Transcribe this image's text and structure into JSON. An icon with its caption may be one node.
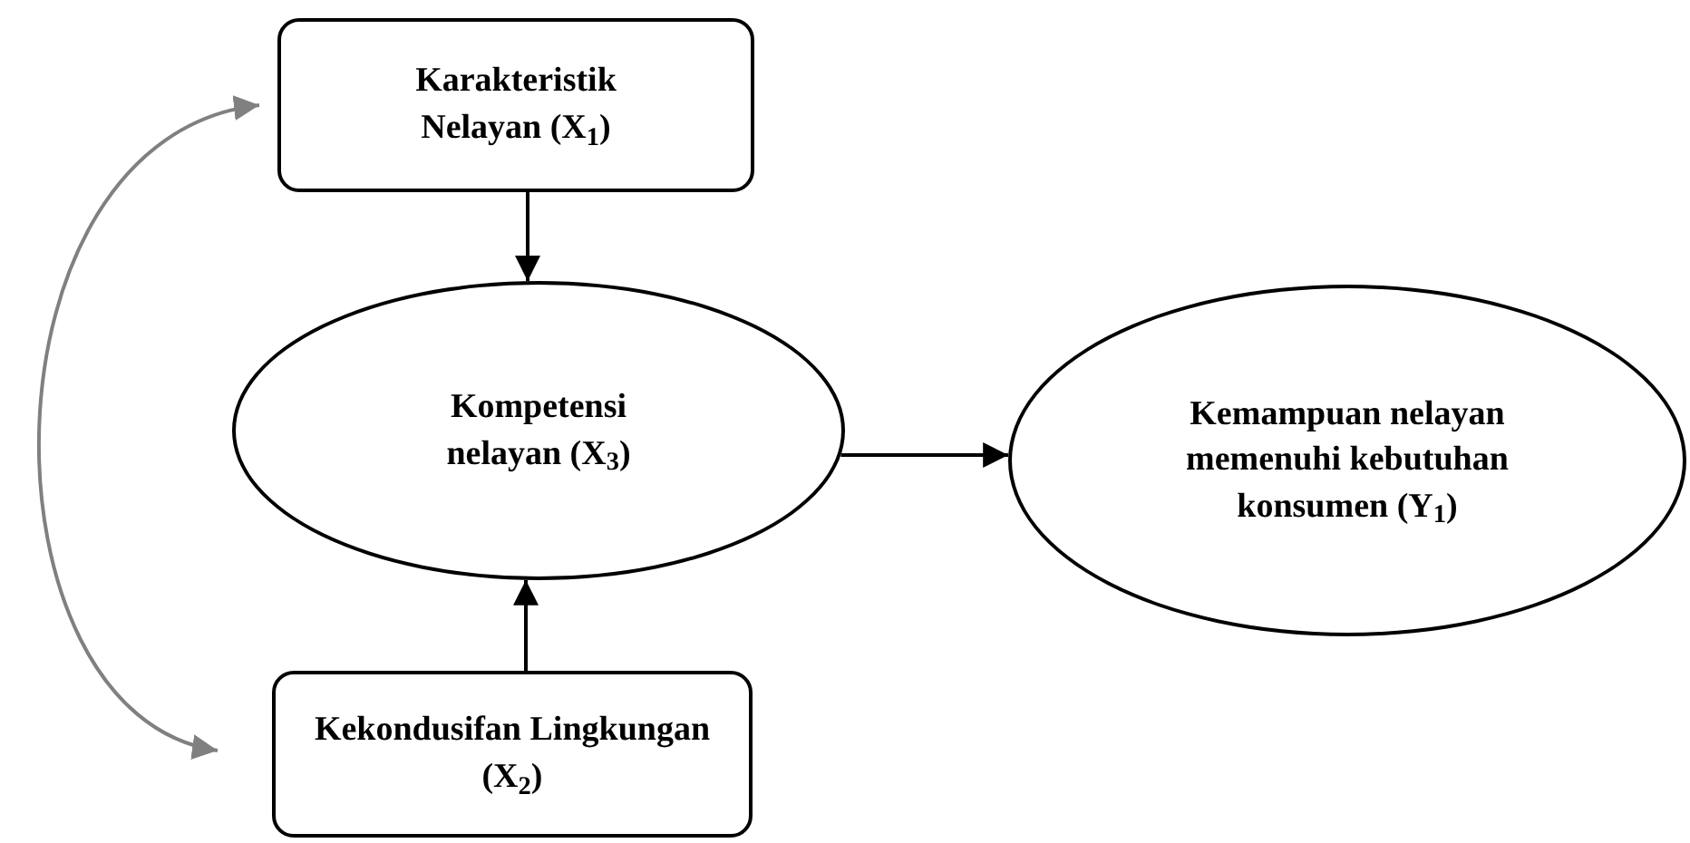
{
  "diagram": {
    "nodes": [
      {
        "text": [
          "Karakteristik Nelayan (X$_{1}$)"
        ]
      },
      {
        "text": [
          "Kompetensi nelayan (X$_{3}$)"
        ]
      },
      {
        "text": [
          "Kemampuan nelayan memenuhi kebutuhan konsumen (Y$_{1}$)"
        ]
      },
      {
        "text": [
          "Kekondusifan Lingkungan (X$_{2}$)"
        ]
      }
    ],
    "edges": [
      {
        "from": 0,
        "to": 1,
        "arrow": "to"
      },
      {
        "from": 3,
        "to": 1,
        "arrow": "to"
      },
      {
        "from": 1,
        "to": 2,
        "arrow": "to"
      },
      {
        "from": 0,
        "to": 3,
        "arrow": "both",
        "color": "#808080"
      }
    ]
  }
}
